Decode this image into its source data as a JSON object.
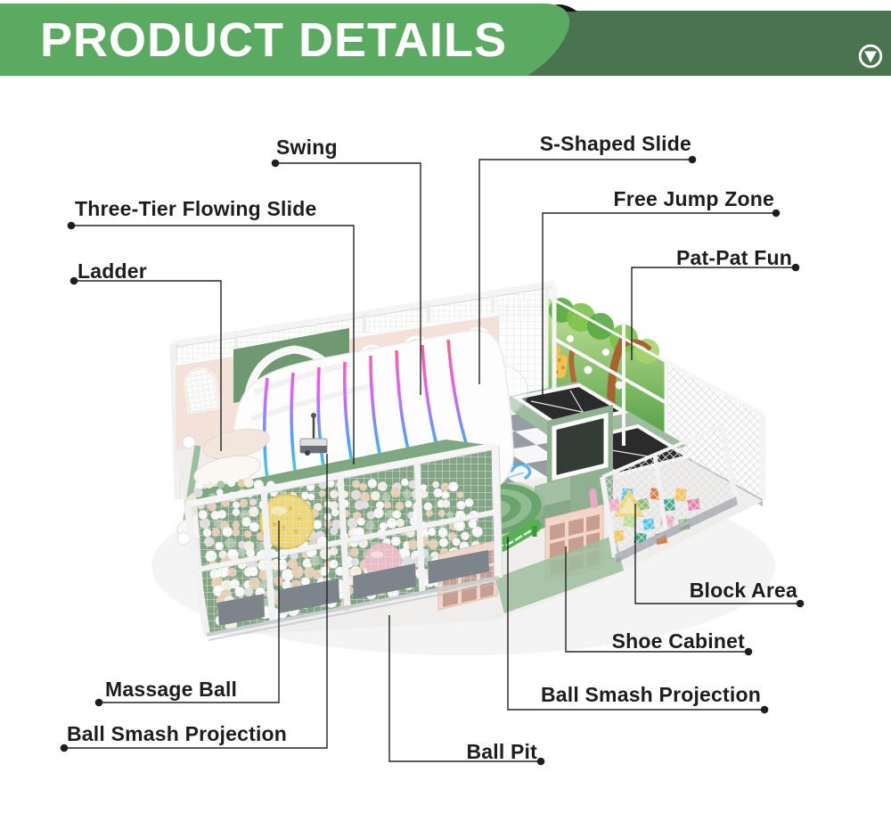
{
  "header": {
    "title": "PRODUCT DETAILS",
    "colors": {
      "banner_light": "#5AAB61",
      "banner_dark": "#4A7350",
      "title": "#FFFFFF",
      "fold_notch": "#111111"
    },
    "scroll_icon": "circle-down-arrow-icon"
  },
  "diagram": {
    "subject": "Indoor soft play playground — labeled 3D overview",
    "label_text_color": "#1D1D1F",
    "leader_line_color": "#222222",
    "labels": [
      {
        "id": "swing",
        "text": "Swing"
      },
      {
        "id": "three_tier_flowing_slide",
        "text": "Three-Tier Flowing Slide"
      },
      {
        "id": "ladder",
        "text": "Ladder"
      },
      {
        "id": "s_shaped_slide",
        "text": "S-Shaped Slide"
      },
      {
        "id": "free_jump_zone",
        "text": "Free Jump Zone"
      },
      {
        "id": "pat_pat_fun",
        "text": "Pat-Pat Fun"
      },
      {
        "id": "massage_ball",
        "text": "Massage Ball"
      },
      {
        "id": "ball_smash_projection_left",
        "text": "Ball Smash Projection"
      },
      {
        "id": "ball_pit",
        "text": "Ball Pit"
      },
      {
        "id": "ball_smash_projection_right",
        "text": "Ball Smash Projection"
      },
      {
        "id": "shoe_cabinet",
        "text": "Shoe Cabinet"
      },
      {
        "id": "block_area",
        "text": "Block Area"
      }
    ]
  }
}
